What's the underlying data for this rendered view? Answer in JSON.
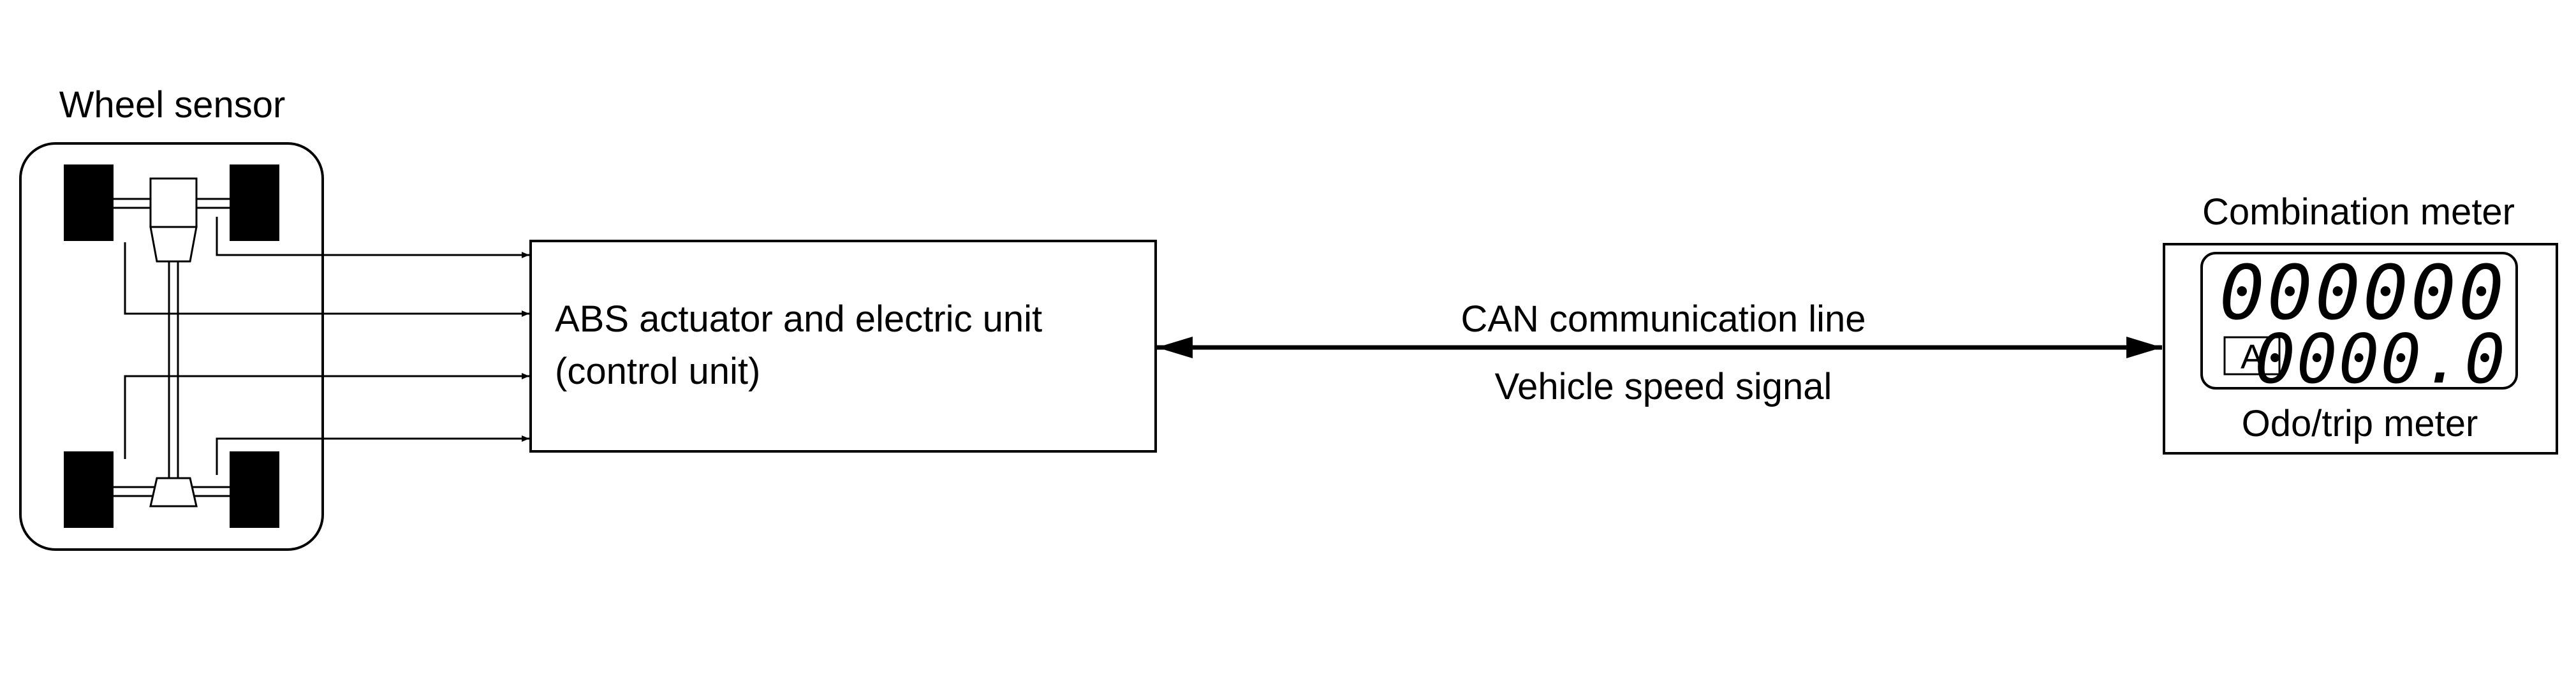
{
  "wheel_sensor": {
    "label": "Wheel sensor"
  },
  "abs_unit": {
    "line1": "ABS actuator and electric unit",
    "line2": "(control unit)"
  },
  "can_line": {
    "top_label": "CAN communication line",
    "bottom_label": "Vehicle speed signal"
  },
  "combination_meter": {
    "label": "Combination meter",
    "odo_value": "000000",
    "trip_letter": "A",
    "trip_value": "0000.0",
    "sub_label": "Odo/trip meter"
  }
}
